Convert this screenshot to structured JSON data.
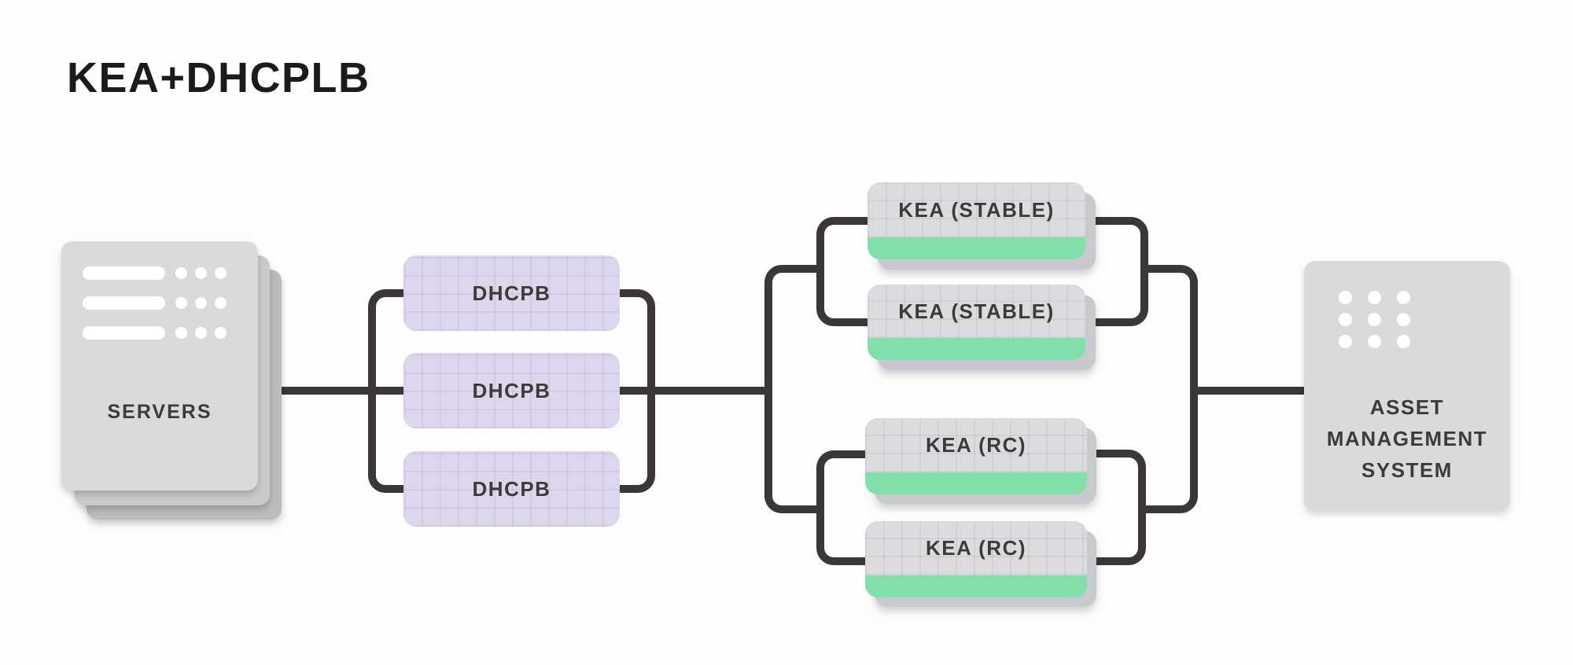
{
  "title": "KEA+DHCPLB",
  "colors": {
    "background": "#fdfdfd",
    "connector": "#3b3738",
    "server_card_front": "#dadadb",
    "server_card_middle": "#c9cacc",
    "server_card_back": "#bbbcbe",
    "dhcpb_lavender": "#ddd7ee",
    "kea_card_gray": "#dadcde",
    "kea_card_shadow": "#c6cacf",
    "kea_green_strip": "#81dfac",
    "asset_card_gray": "#dadadb",
    "label_text": "#3d3a3a",
    "title_text": "#1b1b1b",
    "icon_white": "#ffffff"
  },
  "nodes": {
    "servers": {
      "label": "SERVERS",
      "icon": "server-stack-icon"
    },
    "load_balancers": [
      {
        "label": "DHCPB"
      },
      {
        "label": "DHCPB"
      },
      {
        "label": "DHCPB"
      }
    ],
    "kea_stable": [
      {
        "label": "KEA (STABLE)",
        "status_strip_color": "#81dfac"
      },
      {
        "label": "KEA (STABLE)",
        "status_strip_color": "#81dfac"
      }
    ],
    "kea_rc": [
      {
        "label": "KEA (RC)",
        "status_strip_color": "#81dfac"
      },
      {
        "label": "KEA (RC)",
        "status_strip_color": "#81dfac"
      }
    ],
    "asset_management": {
      "label_lines": [
        "ASSET",
        "MANAGEMENT",
        "SYSTEM"
      ],
      "icon": "dots-grid-icon"
    }
  }
}
